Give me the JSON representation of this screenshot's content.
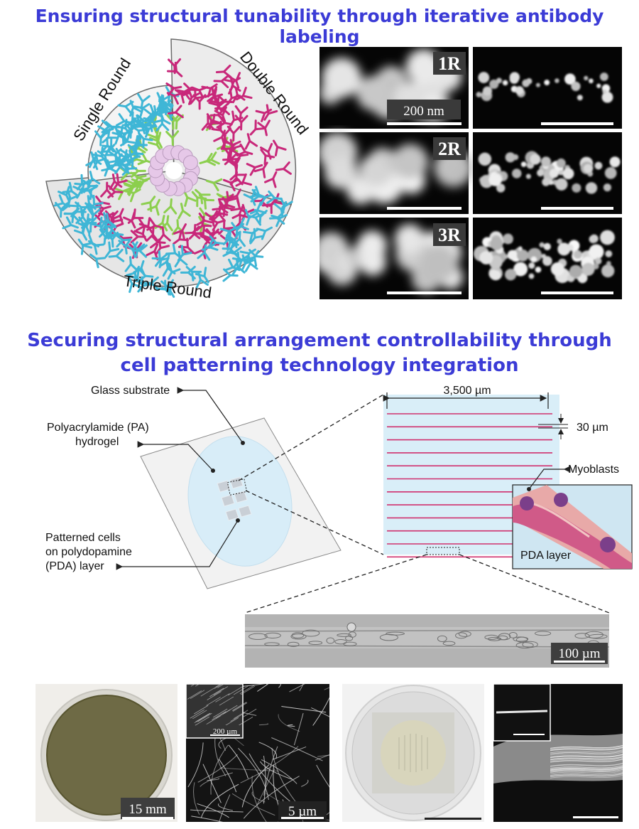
{
  "section1": {
    "title": "Ensuring structural tunability through iterative antibody labeling",
    "labels": {
      "single": "Single Round",
      "double": "Double Round",
      "triple": "Triple Round"
    },
    "rounds": [
      "1R",
      "2R",
      "3R"
    ],
    "scale_label": "200 nm"
  },
  "section2": {
    "title_line1": "Securing structural arrangement controllability through",
    "title_line2": "cell patterning technology integration",
    "labels": {
      "glass": "Glass substrate",
      "pa_line1": "Polyacrylamide (PA)",
      "pa_line2": "hydrogel",
      "cells_line1": "Patterned cells",
      "cells_line2": "on polydopamine",
      "cells_line3": "(PDA) layer",
      "width": "3,500 µm",
      "spacing": "30 µm",
      "myoblasts": "Myoblasts",
      "pda": "PDA layer"
    },
    "micrograph_scale": "100 µm"
  },
  "bottom": {
    "dish_scale": "15 mm",
    "fiber_scale": "5 µm",
    "fiber_inset_scale": "200 µm"
  },
  "colors": {
    "title": "#3b3bd6",
    "cyan_antibody": "#3fb6d6",
    "green_antibody": "#8ccf4e",
    "magenta_antibody": "#c8287a",
    "pattern_line": "#d0306e"
  }
}
